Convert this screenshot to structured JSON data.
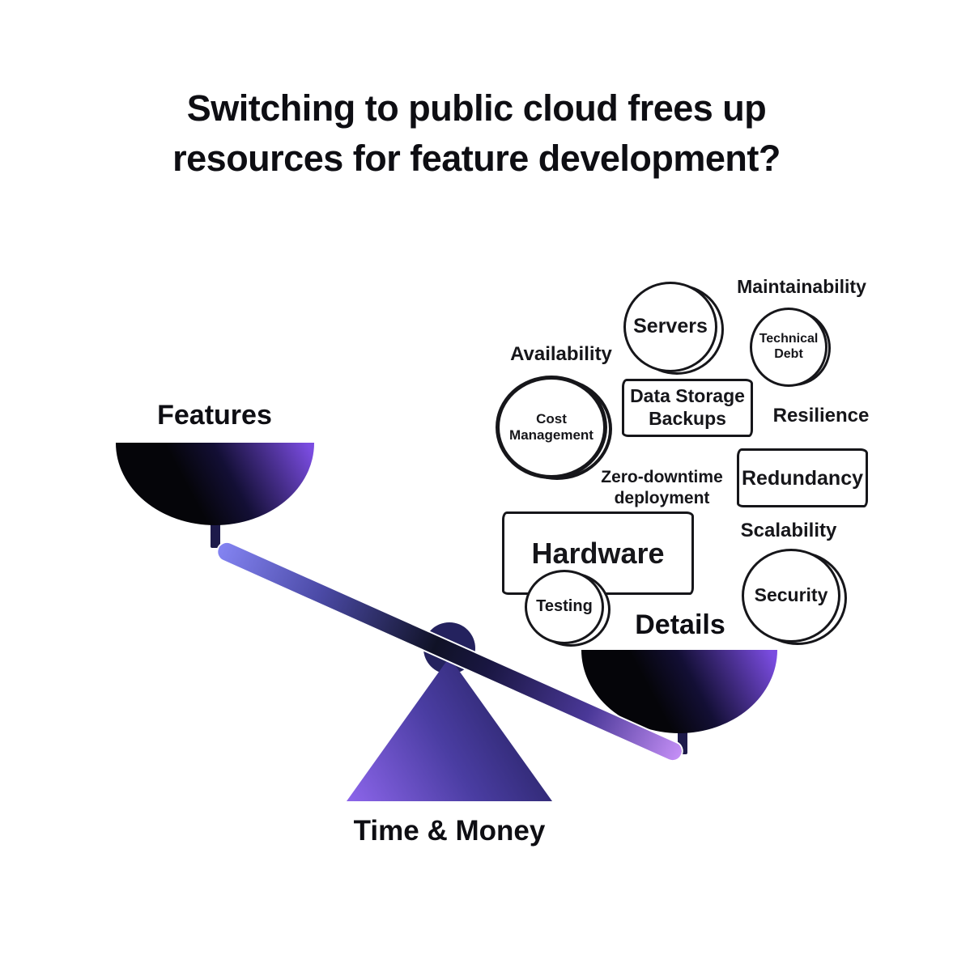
{
  "title": {
    "line1": "Switching to public cloud frees up",
    "line2": "resources for feature development?"
  },
  "scale": {
    "left_pan_label": "Features",
    "right_pan_label": "Details",
    "fulcrum_label": "Time & Money"
  },
  "items": {
    "coins": [
      {
        "label": "Servers"
      },
      {
        "label": "Technical Debt"
      },
      {
        "label": "Cost Management"
      },
      {
        "label": "Testing"
      },
      {
        "label": "Security"
      }
    ],
    "boxes": [
      {
        "label": "Data Storage Backups"
      },
      {
        "label": "Redundancy"
      },
      {
        "label": "Hardware"
      }
    ],
    "labels": [
      {
        "label": "Maintainability"
      },
      {
        "label": "Availability"
      },
      {
        "label": "Resilience"
      },
      {
        "label": "Zero-downtime deployment"
      },
      {
        "label": "Scalability"
      }
    ]
  },
  "colors": {
    "ink": "#101014",
    "accent_purple": "#7a4ce0",
    "beam_left": "#8484f2",
    "beam_right": "#c48ff6",
    "dark_navy": "#1d1a4a",
    "pivot": "#24225e"
  }
}
